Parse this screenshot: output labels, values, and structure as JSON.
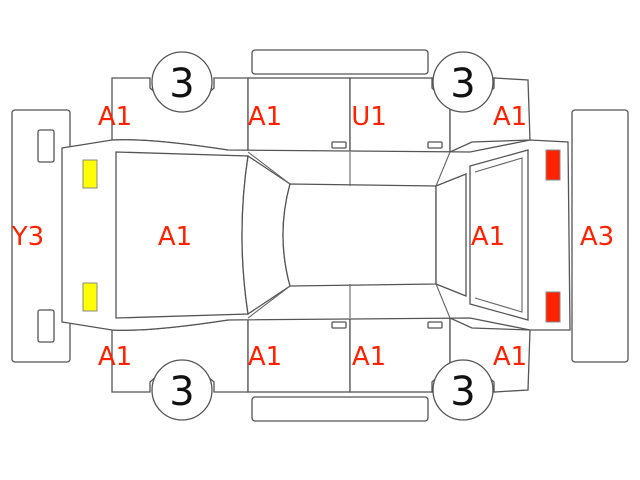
{
  "colors": {
    "label": "#ff2200",
    "line": "#555555",
    "front_lamp": "#ffff00",
    "rear_lamp": "#ff2200"
  },
  "labels": {
    "front_bumper": "Y3",
    "rear_bumper": "A3",
    "hood": "A1",
    "trunk": "A1",
    "front_fender_upper": "A1",
    "front_door_upper": "A1",
    "rear_door_upper": "U1",
    "rear_quarter_upper": "A1",
    "front_fender_lower": "A1",
    "front_door_lower": "A1",
    "rear_door_lower": "A1",
    "rear_quarter_lower": "A1"
  },
  "tires": {
    "front_left": "3",
    "rear_left": "3",
    "front_right": "3",
    "rear_right": "3"
  }
}
